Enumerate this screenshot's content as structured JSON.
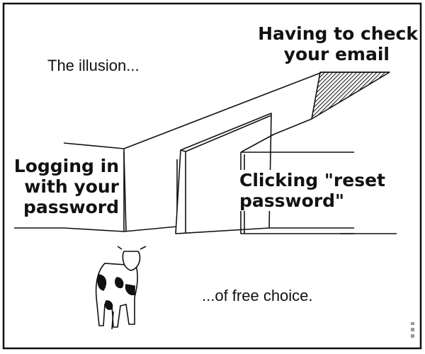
{
  "labels": {
    "illusion": "The illusion...",
    "top_right": [
      "Having to check",
      "your email"
    ],
    "left": [
      "Logging in",
      "with your",
      "password"
    ],
    "right": [
      "Clicking \"reset",
      "password\""
    ],
    "free_choice": "...of free choice."
  },
  "colors": {
    "ink": "#111111",
    "background": "#ffffff"
  }
}
